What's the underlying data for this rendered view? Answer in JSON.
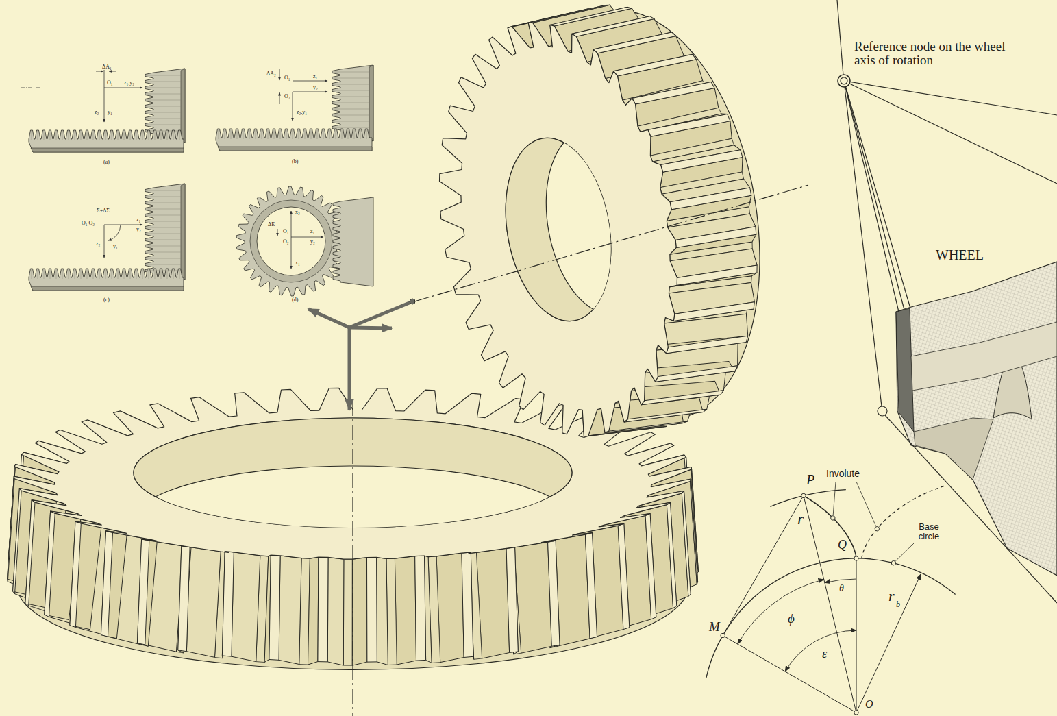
{
  "diagram": {
    "labels": [
      "Reference node on the wheel axis of rotation",
      "WHEEL",
      "P",
      "Involute",
      "Q",
      "Base circle",
      "r",
      "θ",
      "ϕ",
      "ε",
      "r",
      "b",
      "M",
      "O",
      "ΔA₁",
      "O₁",
      "z₁,y₂",
      "z₂",
      "y₁",
      "(a)",
      "ΔA₂",
      "O₁",
      "O₂",
      "z₁",
      "y₂",
      "z₂,y₁",
      "(b)",
      "Σ+ΔΣ",
      "O₁ O₂",
      "z₁",
      "y₂",
      "z₂",
      "y₁",
      "(c)",
      "ΔE",
      "x₂",
      "O₁",
      "O₂",
      "z₁",
      "y₂",
      "x₁",
      "(d)"
    ]
  }
}
